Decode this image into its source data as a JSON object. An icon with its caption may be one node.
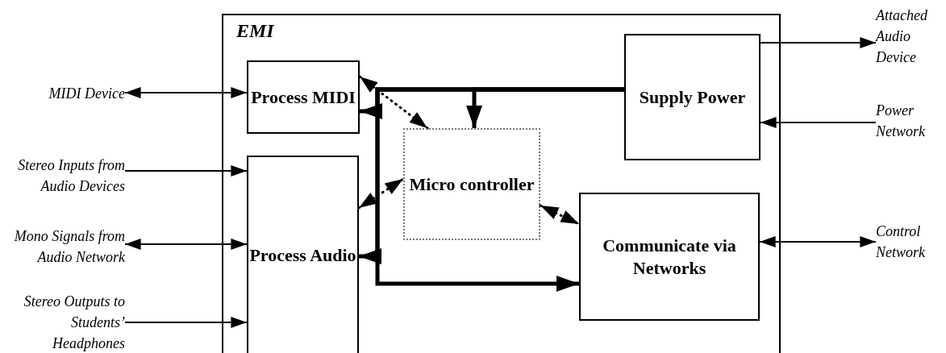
{
  "diagram": {
    "nodes": [
      {
        "text": [
          "EMI"
        ]
      },
      {
        "text": [
          "Process MIDI"
        ],
        "in": 0
      },
      {
        "text": [
          "Process Audio"
        ],
        "in": 0
      },
      {
        "text": [
          "Micro controller"
        ],
        "in": 0
      },
      {
        "text": [
          "Supply Power"
        ],
        "in": 0
      },
      {
        "text": [
          "Communicate via Networks"
        ],
        "in": 0
      },
      {
        "text": [
          "MIDI Device"
        ]
      },
      {
        "text": [
          "Stereo Inputs from Audio Devices"
        ]
      },
      {
        "text": [
          "Mono Signals from Audio Network"
        ]
      },
      {
        "text": [
          "Stereo Outputs to Students’ Headphones"
        ]
      },
      {
        "text": [
          "Attached Audio Device"
        ]
      },
      {
        "text": [
          "Power Network"
        ]
      },
      {
        "text": [
          "Control Network"
        ]
      }
    ],
    "edges": [
      {
        "from": 6,
        "to": 1,
        "arrow": "both"
      },
      {
        "from": 7,
        "to": 2,
        "arrow": "to"
      },
      {
        "from": 8,
        "to": 2,
        "arrow": "both"
      },
      {
        "from": 9,
        "to": 2,
        "arrow": "to"
      },
      {
        "from": 4,
        "to": 10,
        "arrow": "to"
      },
      {
        "from": 11,
        "to": 4,
        "arrow": "to"
      },
      {
        "from": 5,
        "to": 12,
        "arrow": "both"
      },
      {
        "from": 4,
        "to": 1,
        "arrow": "to",
        "style": "thick"
      },
      {
        "from": 4,
        "to": 3,
        "arrow": "to",
        "style": "thick"
      },
      {
        "from": 4,
        "to": 2,
        "arrow": "to",
        "style": "thick"
      },
      {
        "from": 4,
        "to": 5,
        "arrow": "to",
        "style": "thick"
      },
      {
        "from": 1,
        "to": 3,
        "arrow": "both",
        "style": "dashed"
      },
      {
        "from": 2,
        "to": 3,
        "arrow": "both",
        "style": "dashed"
      },
      {
        "from": 3,
        "to": 5,
        "arrow": "both",
        "style": "dashed"
      }
    ]
  }
}
